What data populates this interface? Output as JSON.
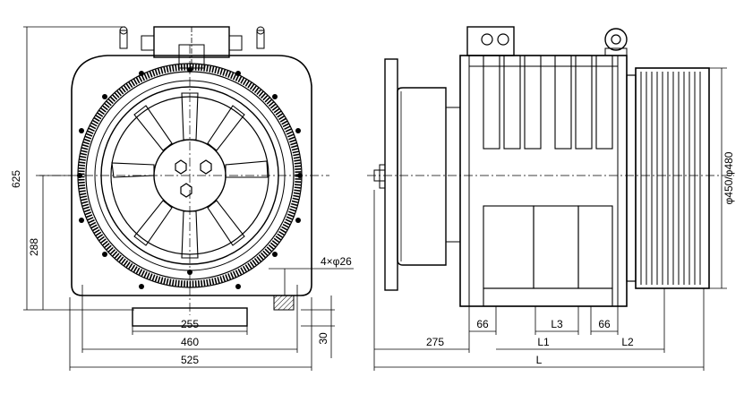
{
  "front_view": {
    "dimensions": {
      "height_total": "625",
      "shaft_height": "288",
      "bolt_spacing": "255",
      "mount_spacing": "460",
      "overall_width": "525",
      "base_thickness": "30",
      "mount_holes": "4×φ26"
    }
  },
  "side_view": {
    "dimensions": {
      "brake_offset": "275",
      "segment_left": "66",
      "segment_right": "66",
      "length_l1": "L1",
      "length_l2": "L2",
      "length_l3": "L3",
      "length_total": "L",
      "sheave_diameter": "φ450/φ480"
    }
  }
}
